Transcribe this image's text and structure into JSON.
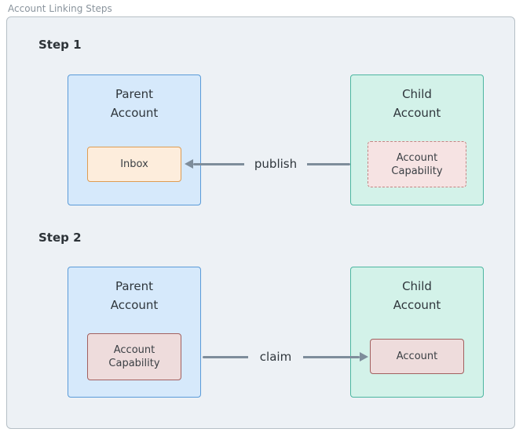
{
  "title": "Account Linking Steps",
  "steps": [
    {
      "label": "Step 1",
      "parent": {
        "title": "Parent Account",
        "inner": "Inbox"
      },
      "child": {
        "title": "Child Account",
        "inner": "Account Capability"
      },
      "arrow": {
        "label": "publish",
        "direction": "left"
      }
    },
    {
      "label": "Step 2",
      "parent": {
        "title": "Parent Account",
        "inner": "Account Capability"
      },
      "child": {
        "title": "Child Account",
        "inner": "Account"
      },
      "arrow": {
        "label": "claim",
        "direction": "right"
      }
    }
  ],
  "colors": {
    "background": "#edf1f5",
    "frame_border": "#b6bfc6",
    "label_muted": "#8a949d",
    "text": "#2f363c",
    "parent_fill": "#d6e9fb",
    "parent_border": "#5a9bd8",
    "child_fill": "#d3f2e9",
    "child_border": "#4cb6a0",
    "inbox_fill": "#fdeddc",
    "inbox_border": "#de9c52",
    "capability_dashed_fill": "#f6e3e3",
    "capability_dashed_border": "#c48584",
    "capability_solid_fill": "#eedcdc",
    "capability_solid_border": "#a2605f",
    "arrow": "#7e8d9b"
  }
}
